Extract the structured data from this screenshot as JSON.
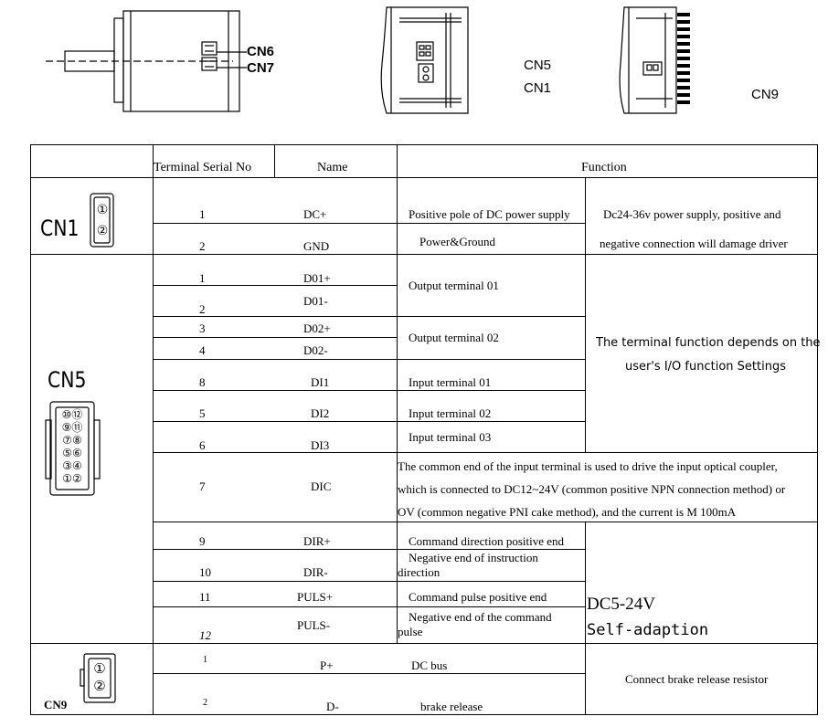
{
  "drawings": {
    "cn6": "CN6",
    "cn7": "CN7",
    "cn5": "CN5",
    "cn1": "CN1",
    "cn9": "CN9"
  },
  "table": {
    "headers": {
      "serial": "Terminal Serial No",
      "name": "Name",
      "function": "Function"
    },
    "cn1": {
      "label": "CN1",
      "pins": [
        "①",
        "②"
      ],
      "rows": [
        {
          "no": "1",
          "name": "DC+",
          "func": "Positive pole of DC power supply"
        },
        {
          "no": "2",
          "name": "GND",
          "func": "Power&Ground"
        }
      ],
      "note_line1": "Dc24-36v power supply, positive and",
      "note_line2": "negative connection will damage  driver"
    },
    "cn5": {
      "label": "CN5",
      "pins": [
        "⑩⑫",
        "⑨⑪",
        "⑦⑧",
        "⑤⑥",
        "③④",
        "①②"
      ],
      "rows": [
        {
          "no": "1",
          "name": "D01+"
        },
        {
          "no": "2",
          "name": "D01-"
        },
        {
          "no": "3",
          "name": "D02+"
        },
        {
          "no": "4",
          "name": "D02-"
        },
        {
          "no": "8",
          "name": "DI1",
          "func": "Input terminal 01"
        },
        {
          "no": "5",
          "name": "DI2",
          "func": "Input terminal 02"
        },
        {
          "no": "6",
          "name": "DI3",
          "func": "Input terminal 03"
        },
        {
          "no": "7",
          "name": "DIC"
        },
        {
          "no": "9",
          "name": "DIR+",
          "func": "Command direction positive end"
        },
        {
          "no": "10",
          "name": "DIR-"
        },
        {
          "no": "11",
          "name": "PULS+",
          "func": "Command pulse positive end"
        },
        {
          "no": "12",
          "name": "PULS-"
        }
      ],
      "out1_func": "Output terminal 01",
      "out2_func": "Output terminal 02",
      "io_note_line1": "The terminal function depends on the",
      "io_note_line2": "user's I/O function Settings",
      "dic_line1": "The common end of the input terminal is used to drive the input optical coupler,",
      "dic_line2": "which is connected to DC12~24V (common positive NPN connection method) or",
      "dic_line3": "OV (common negative PNI cake method), and the current is M 100mA",
      "dir_neg_line1": "Negative end of instruction",
      "dir_neg_line2": "direction",
      "puls_neg_line1": "Negative end of the command",
      "puls_neg_line2": "pulse",
      "pulse_note_line1": "DC5-24V",
      "pulse_note_line2": "Self-adaption"
    },
    "cn9": {
      "label": "CN9",
      "pins": [
        "①",
        "②"
      ],
      "rows": [
        {
          "no": "1",
          "name": "P+",
          "func": "DC bus"
        },
        {
          "no": "2",
          "name": "D-",
          "func": "brake release"
        }
      ],
      "note": "Connect brake release resistor"
    }
  }
}
